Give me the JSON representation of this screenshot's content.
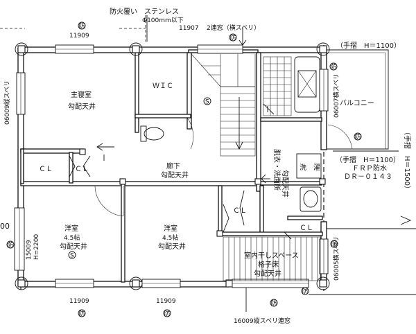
{
  "labels": {
    "fire_cover": "防火覆い　ステンレス",
    "fire_cover_size": "Φ100mm以下",
    "window_top_left": "11909",
    "window_top_mid": "11907",
    "window_top_right": "2連窓（横スベリ）",
    "master_bedroom": "主寝室",
    "sloped_ceiling": "勾配天井",
    "wic": "ＷＩＣ",
    "handrail_top": "（手摺　H＝1100）",
    "handrail_side": "（手摺　H＝1500）",
    "balcony": "バルコニー",
    "handrail_mid": "（手摺　H＝1100）",
    "frp": "ＦＲＰ防水",
    "frp_code": "ＤＲ－０１４３",
    "window_left_side": "06009縦スベリ",
    "window_right_1": "06007横スベリ",
    "window_right_2": "06005横スベリ",
    "cl": "ＣＬ",
    "hallway": "廊下",
    "dressing": "脱衣・洗面所",
    "laundry": "洗　濯",
    "western_room": "洋室",
    "tatami": "4.5帖",
    "window_left_low": "15009",
    "window_left_low_h": "H=2200",
    "drying_space": "室内干しスペース",
    "grating_floor": "格子床",
    "window_bottom_left": "11909",
    "window_bottom_mid": "11909",
    "window_bottom_note": "16009縦スベリ連窓",
    "fire_mark": "防",
    "smoke_mark": "S",
    "edge_digits": "00"
  }
}
